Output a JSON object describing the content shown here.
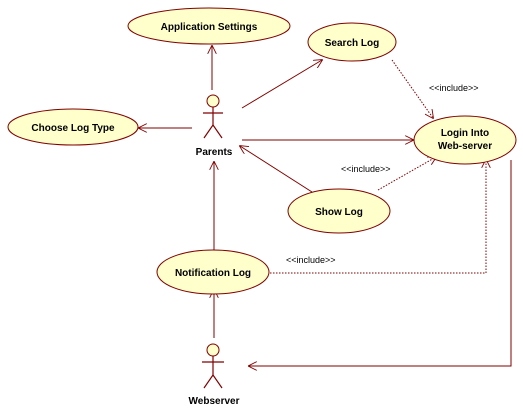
{
  "use_cases": {
    "app_settings": "Application Settings",
    "search_log": "Search Log",
    "choose_log_type": "Choose Log Type",
    "login_line1": "Login Into",
    "login_line2": "Web-server",
    "show_log": "Show Log",
    "notification_log": "Notification Log"
  },
  "actors": {
    "parents": "Parents",
    "webserver": "Webserver"
  },
  "stereotypes": {
    "search_login": "<<include>>",
    "show_login": "<<include>>",
    "notif_login": "<<include>>"
  },
  "colors": {
    "line": "#800000",
    "use_case_fill": "#ffffcc"
  }
}
